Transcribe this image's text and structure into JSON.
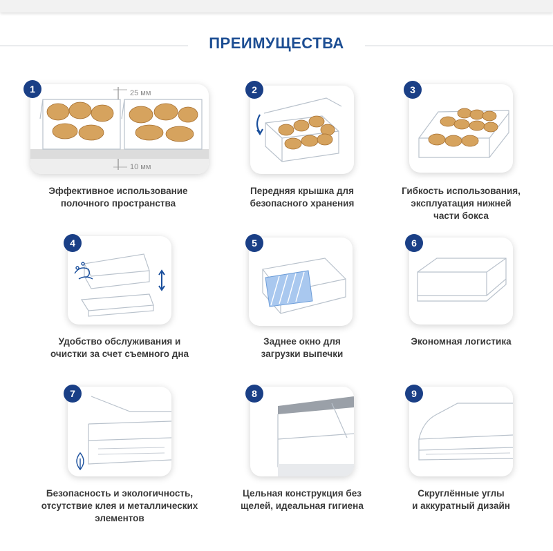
{
  "title": "ПРЕИМУЩЕСТВА",
  "dimensions": {
    "top_gap": "25 мм",
    "bottom_gap": "10 мм"
  },
  "features": [
    {
      "number": "1",
      "caption": "Эффективное использование\nполочного пространства"
    },
    {
      "number": "2",
      "caption": "Передняя крышка для\nбезопасного хранения"
    },
    {
      "number": "3",
      "caption": "Гибкость использования,\nэксплуатация нижней\nчасти бокса"
    },
    {
      "number": "4",
      "caption": "Удобство обслуживания и\nочистки за счет съемного дна"
    },
    {
      "number": "5",
      "caption": "Заднее окно для\nзагрузки выпечки"
    },
    {
      "number": "6",
      "caption": "Экономная логистика"
    },
    {
      "number": "7",
      "caption": "Безопасность и экологичность,\nотсутствие клея и металлических\nэлементов"
    },
    {
      "number": "8",
      "caption": "Цельная конструкция без\nщелей, идеальная гигиена"
    },
    {
      "number": "9",
      "caption": "Скруглённые углы\nи аккуратный дизайн"
    }
  ],
  "colors": {
    "accent": "#1d4e93",
    "badge": "#1a3f86",
    "caption": "#3a3a3a",
    "bread": "#d29a52"
  },
  "icons": [
    "rotate-arrow-icon",
    "washing-hands-icon",
    "up-down-arrow-icon",
    "leaf-icon"
  ]
}
